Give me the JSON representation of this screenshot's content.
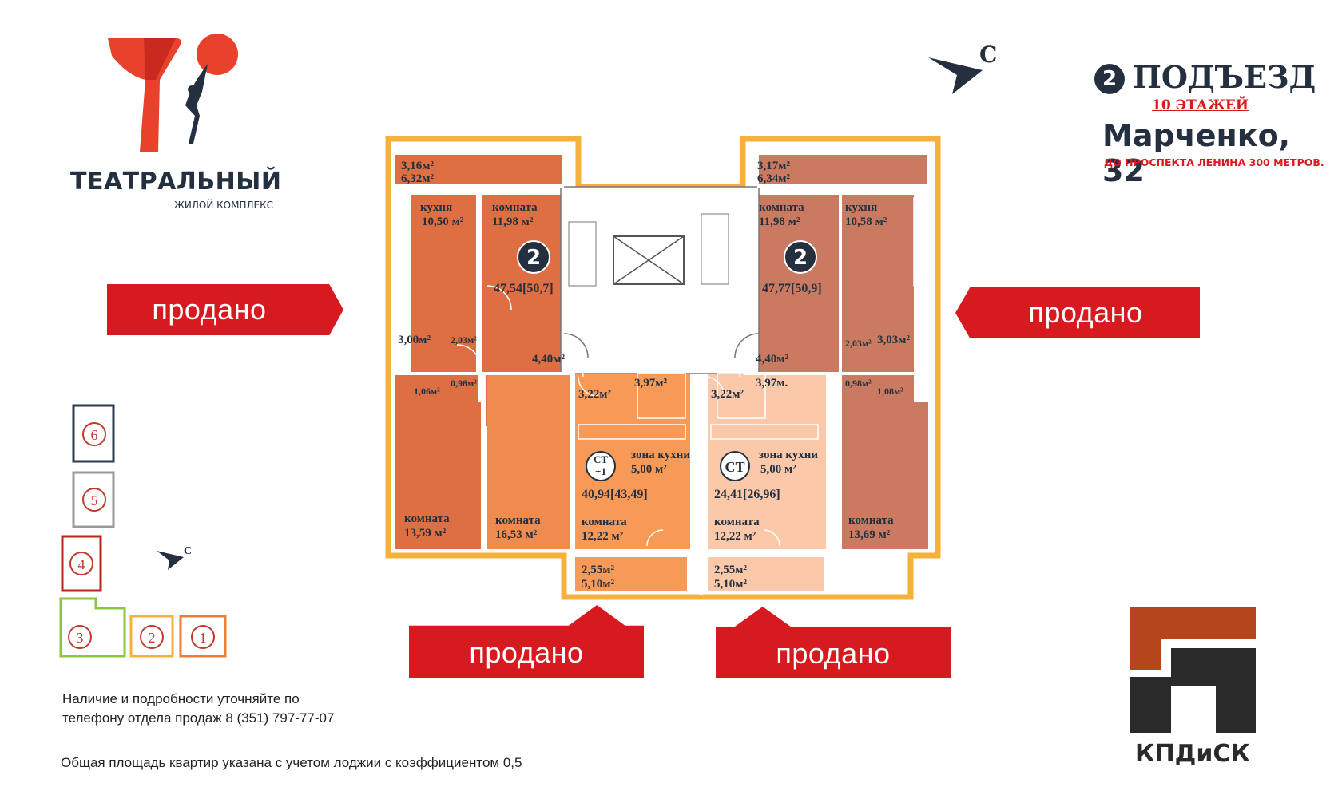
{
  "brand": {
    "name": "ТЕАТРАЛЬНЫЙ",
    "subtitle": "ЖИЛОЙ КОМПЛЕКС"
  },
  "header": {
    "entrance_number": "2",
    "entrance_label": "ПОДЪЕЗД",
    "floors": "10 ЭТАЖЕЙ",
    "street": "Марченко, 32",
    "note": "ДО ПРОСПЕКТА ЛЕНИНА 300 МЕТРОВ."
  },
  "compass_letter": "С",
  "sold_label": "продано",
  "plan": {
    "apt_left": {
      "badge": "2",
      "area": "47,54[50,7]",
      "balcony_1": "3,16м²",
      "balcony_2": "6,32м²",
      "kitchen_label": "кухня",
      "kitchen_area": "10,50 м²",
      "room_label": "комната",
      "room_area": "11,98 м²",
      "bath_area": "3,00м²",
      "wc_area": "2,03м²",
      "hall_area": "4,40м²",
      "closet_area": "0,98м²",
      "toilet_area": "1,06м²",
      "room2_label": "комната",
      "room2_area": "13,59 м²"
    },
    "apt_mid_left": {
      "room_label": "комната",
      "room_area": "16,53 м²"
    },
    "studio_left": {
      "badge_line1": "СТ",
      "badge_line2": "+1",
      "area": "40,94[43,49]",
      "hall_area": "3,22м²",
      "bath_area": "3,97м²",
      "kitchen_label": "зона кухни",
      "kitchen_area": "5,00 м²",
      "room_label": "комната",
      "room_area": "12,22 м²",
      "loggia_1": "2,55м²",
      "loggia_2": "5,10м²"
    },
    "studio_right": {
      "badge": "СТ",
      "area": "24,41[26,96]",
      "hall_area": "3,22м²",
      "bath_area": "3,97м.",
      "kitchen_label": "зона кухни",
      "kitchen_area": "5,00 м²",
      "room_label": "комната",
      "room_area": "12,22 м²",
      "loggia_1": "2,55м²",
      "loggia_2": "5,10м²"
    },
    "apt_right": {
      "badge": "2",
      "area": "47,77[50,9]",
      "balcony_1": "3,17м²",
      "balcony_2": "6,34м²",
      "room_label": "комната",
      "room_area": "11,98 м²",
      "kitchen_label": "кухня",
      "kitchen_area": "10,58 м²",
      "hall_area": "4,40м²",
      "wc_area": "2,03м²",
      "bath_area": "3,03м²",
      "closet_area": "0,98м²",
      "toilet_area": "1,08м²",
      "room2_label": "комната",
      "room2_area": "13,69 м²"
    }
  },
  "minimap": {
    "sections": [
      "6",
      "5",
      "4",
      "3",
      "2",
      "1"
    ],
    "colors": {
      "6": "#2e3a4b",
      "5": "#9a9a9a",
      "4": "#b5281c",
      "3": "#8cc63f",
      "2": "#f6b13d",
      "1": "#ef7e35"
    }
  },
  "info": {
    "line1": "Наличие и подробности уточняйте по",
    "line2": "телефону отдела продаж 8 (351) 797-77-07",
    "line3": "Общая площадь квартир указана с учетом лоджии с коэффициентом 0,5"
  },
  "developer": {
    "name": "КПДиСК"
  },
  "colors": {
    "sold_red": "#d71920",
    "dark_navy": "#243040",
    "apt_left": "#dd6f42",
    "apt_mid": "#f08b4e",
    "studio_left": "#f79a58",
    "studio_right": "#fbc8a9",
    "apt_right": "#c97a60",
    "outline": "#f6b13d"
  }
}
